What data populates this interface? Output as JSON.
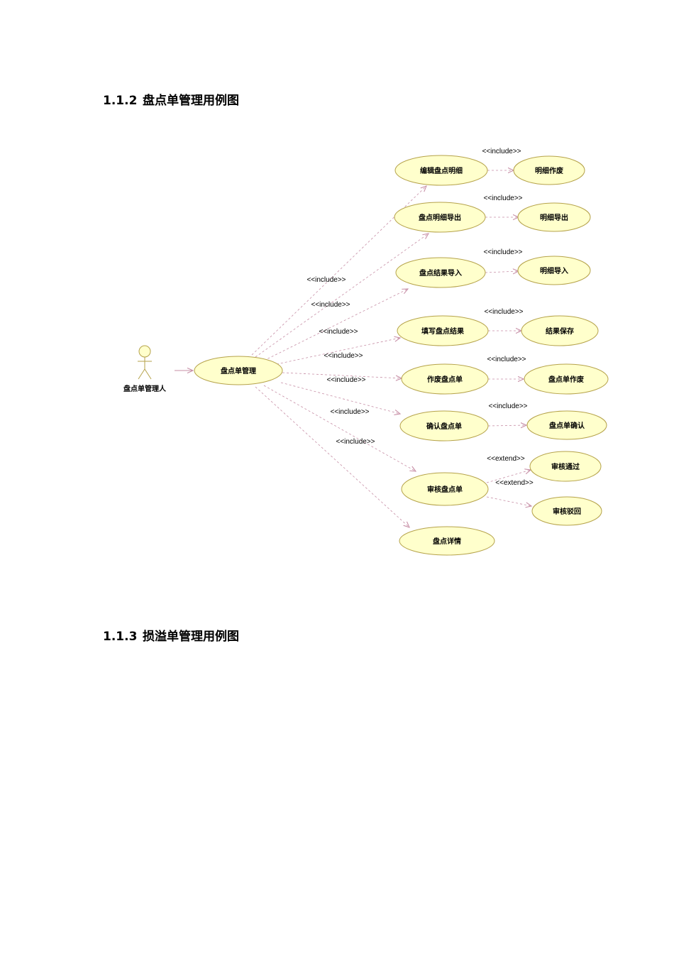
{
  "headings": [
    {
      "num": "1.1.2",
      "text": "盘点单管理用例图"
    },
    {
      "num": "1.1.3",
      "text": "损溢单管理用例图"
    }
  ],
  "colors": {
    "usecase_fill": "#ffffcc",
    "usecase_stroke": "#b5a24a",
    "relation_line": "#c78fa6"
  },
  "diagram": {
    "actor": {
      "label": "盘点单管理人"
    },
    "main_usecase": {
      "label": "盘点单管理"
    },
    "usecases": [
      {
        "label": "编辑盘点明细",
        "relation": "<<include>>",
        "child": {
          "label": "明细作废",
          "relation": "<<include>>"
        }
      },
      {
        "label": "盘点明细导出",
        "relation": "<<include>>",
        "child": {
          "label": "明细导出",
          "relation": "<<include>>"
        }
      },
      {
        "label": "盘点结果导入",
        "relation": "<<include>>",
        "child": {
          "label": "明细导入",
          "relation": "<<include>>"
        }
      },
      {
        "label": "填写盘点结果",
        "relation": "<<include>>",
        "child": {
          "label": "结果保存",
          "relation": "<<include>>"
        }
      },
      {
        "label": "作废盘点单",
        "relation": "<<include>>",
        "child": {
          "label": "盘点单作废",
          "relation": "<<include>>"
        }
      },
      {
        "label": "确认盘点单",
        "relation": "<<include>>",
        "child": {
          "label": "盘点单确认",
          "relation": "<<include>>"
        }
      },
      {
        "label": "审核盘点单",
        "relation": "<<include>>",
        "children": [
          {
            "label": "审核通过",
            "relation": "<<extend>>"
          },
          {
            "label": "审核驳回",
            "relation": "<<extend>>"
          }
        ]
      },
      {
        "label": "盘点详情"
      }
    ]
  }
}
